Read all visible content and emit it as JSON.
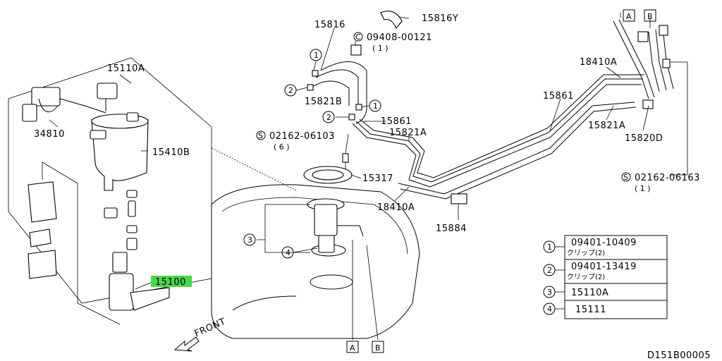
{
  "labels": {
    "p15110a": "15110A",
    "p34810": "34810",
    "p15410b": "15410B",
    "p15100": "15100",
    "p15816": "15816",
    "p15816y": "15816Y",
    "p09408": "09408-00121",
    "p09408_qty": "( 1 )",
    "p15821b": "15821B",
    "p15861": "15861",
    "p15821a": "15821A",
    "p02162_06103": "02162-06103",
    "p02162_06103_qty": "( 6 )",
    "p15317": "15317",
    "p18410a": "18410A",
    "p15884": "15884",
    "p15820d": "15820D",
    "p02162_06163": "02162-06163",
    "p02162_06163_qty": "( 1 )",
    "front": "FRONT",
    "code": "D151B00005",
    "c_marker": "C",
    "s_marker": "S"
  },
  "callouts": {
    "one": "1",
    "two": "2",
    "three": "3",
    "four": "4"
  },
  "markers": {
    "a": "A",
    "b": "B"
  },
  "legend": [
    {
      "part": "09401-10409",
      "note": "クリップ(2)"
    },
    {
      "part": "09401-13419",
      "note": "クリップ(2)"
    },
    {
      "part": "15110A",
      "note": ""
    },
    {
      "part": "15111",
      "note": ""
    }
  ],
  "colors": {
    "highlight": "#4cd64c",
    "line": "#000000",
    "background": "#ffffff"
  }
}
